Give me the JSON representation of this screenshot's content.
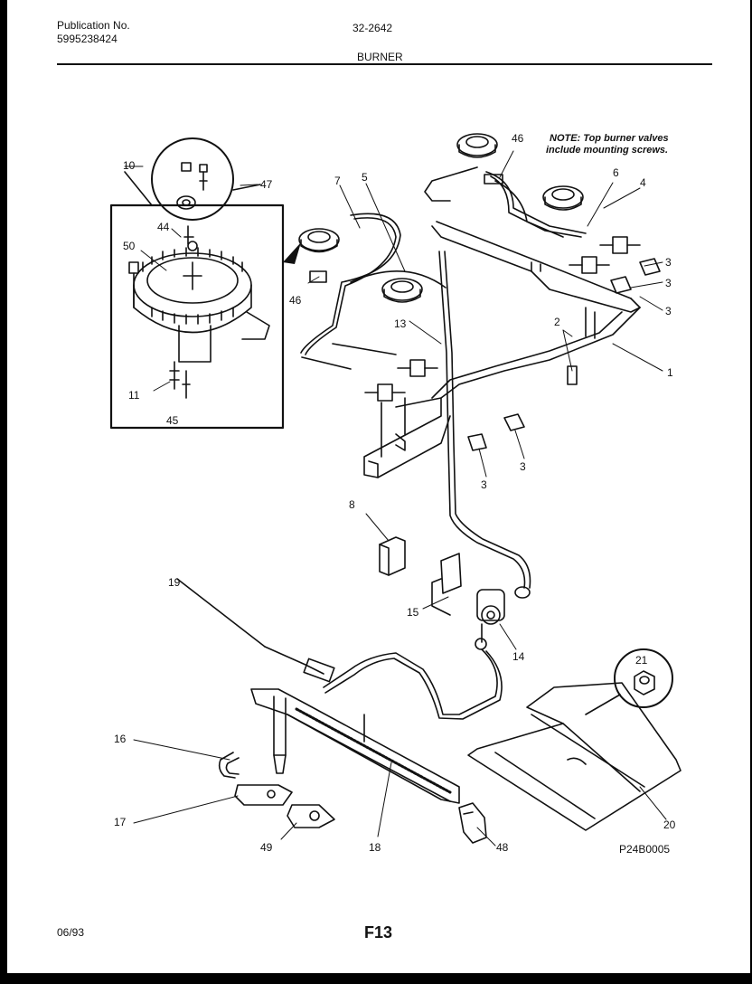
{
  "header": {
    "publication_label": "Publication No.",
    "publication_number": "5995238424",
    "model": "32-2642",
    "section_title": "BURNER"
  },
  "note": {
    "line1": "NOTE: Top burner valves",
    "line2": "include mounting screws."
  },
  "callouts": [
    "10",
    "47",
    "44",
    "50",
    "11",
    "45",
    "7",
    "5",
    "46",
    "13",
    "46",
    "6",
    "4",
    "3",
    "3",
    "3",
    "2",
    "1",
    "3",
    "3",
    "8",
    "19",
    "15",
    "14",
    "21",
    "16",
    "17",
    "49",
    "18",
    "48",
    "20"
  ],
  "diagram_code": "P24B0005",
  "footer": {
    "date": "06/93",
    "page": "F13"
  }
}
